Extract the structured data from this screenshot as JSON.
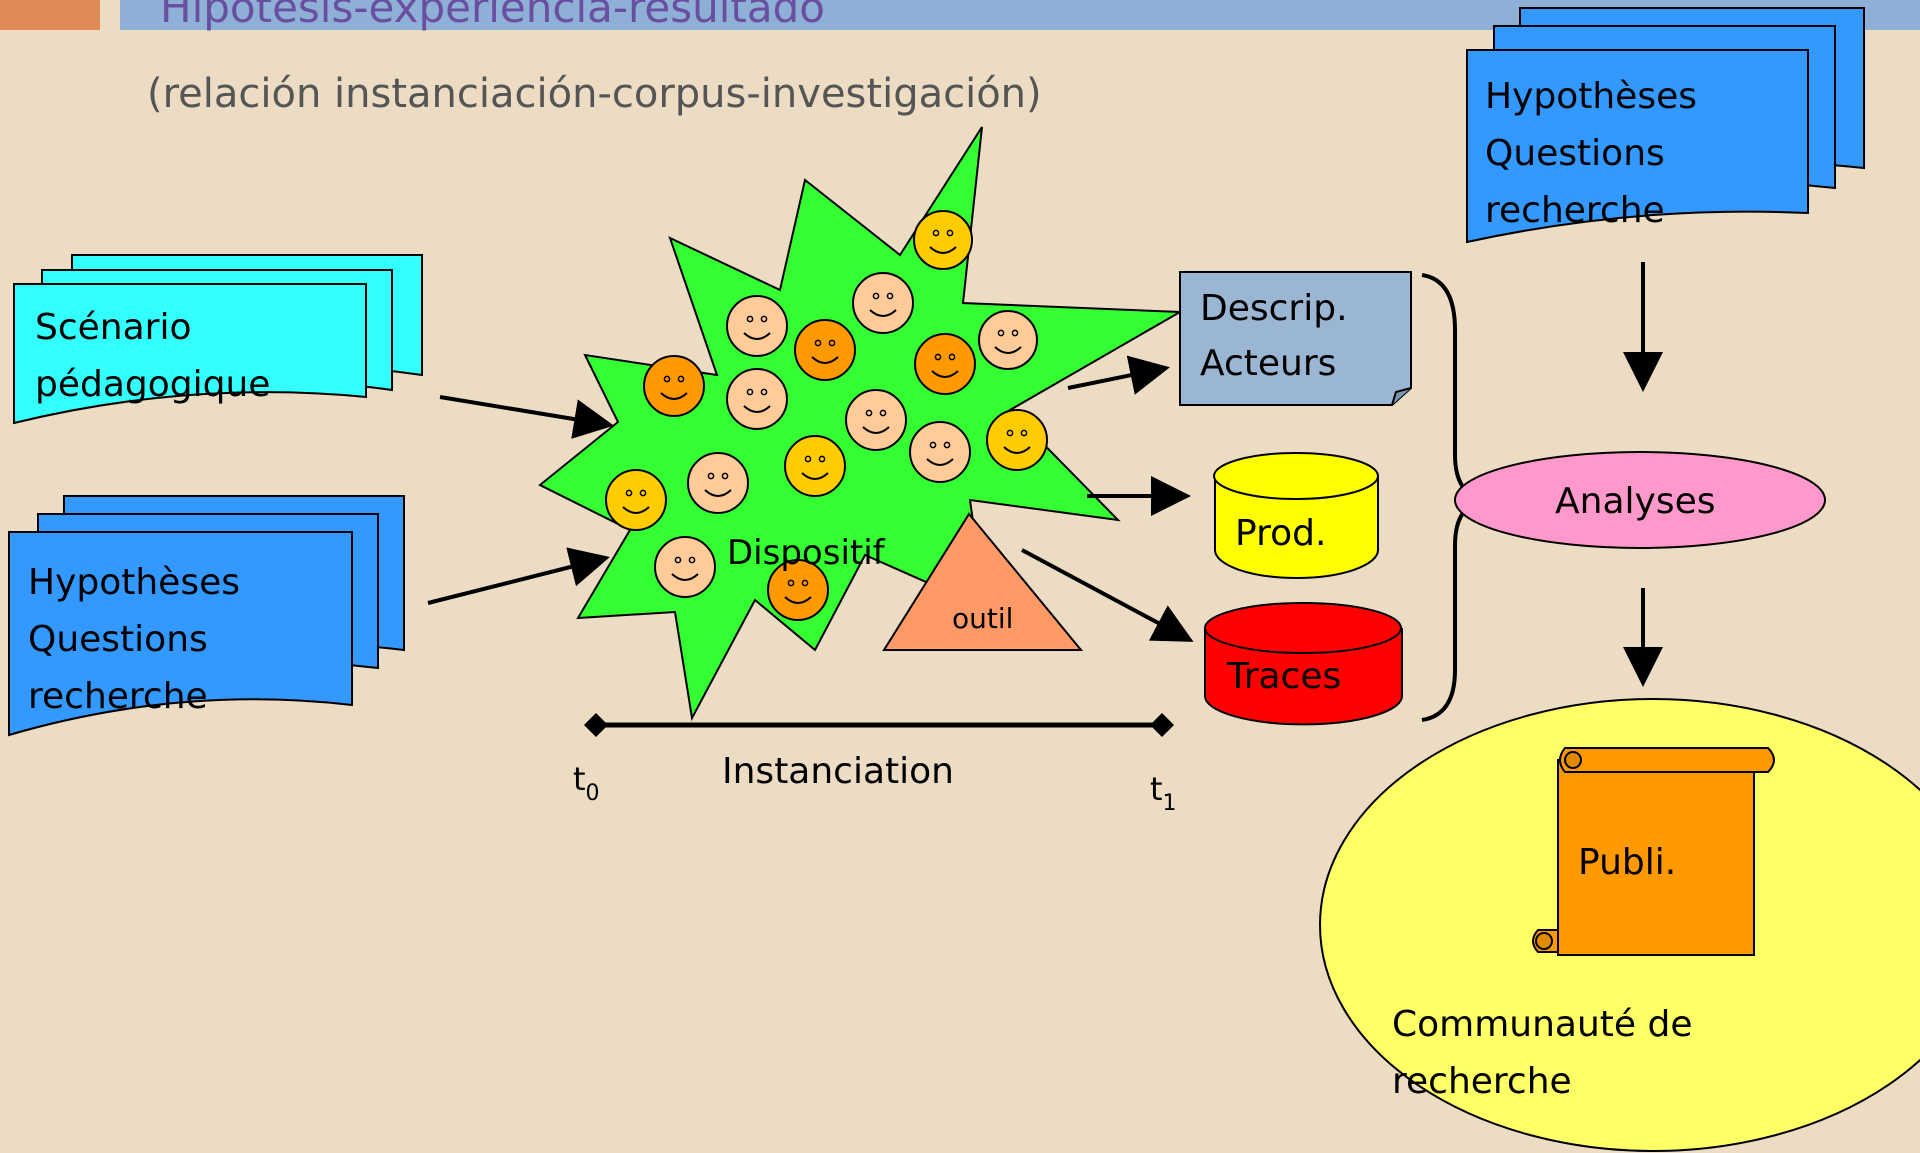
{
  "title": "Hipótesis-experiencia-resultado",
  "subtitle": "(relación instanciación-corpus-investigación)",
  "nodes": {
    "scenario": [
      "Scénario",
      "pédagogique"
    ],
    "hypotheses_left": [
      "Hypothèses",
      "Questions",
      "recherche"
    ],
    "hypotheses_right": [
      "Hypothèses",
      "Questions",
      "recherche"
    ],
    "dispositif": "Dispositif",
    "outil": "outil",
    "descrip": [
      "Descrip.",
      "Acteurs"
    ],
    "prod": "Prod.",
    "traces": "Traces",
    "analyses": "Analyses",
    "publi": "Publi.",
    "communaute": [
      "Communauté de",
      "recherche"
    ]
  },
  "timeline": {
    "label": "Instanciation",
    "start": "t",
    "start_sub": "0",
    "end": "t",
    "end_sub": "1"
  },
  "colors": {
    "background": "#ebdcc3",
    "title_bar": "#8fb0d6",
    "title_accent": "#e08a55",
    "cyan_doc": "#33ffff",
    "blue_doc": "#3399ff",
    "star": "#33ff33",
    "face_light": "#ffcc99",
    "face_orange": "#ff9900",
    "face_yellow": "#ffcc00",
    "triangle": "#ff9966",
    "descrip": "#9bb6d3",
    "prod": "#ffff00",
    "traces": "#ff0000",
    "analyses": "#ff99cc",
    "community": "#ffff66",
    "scroll": "#ff9900"
  }
}
